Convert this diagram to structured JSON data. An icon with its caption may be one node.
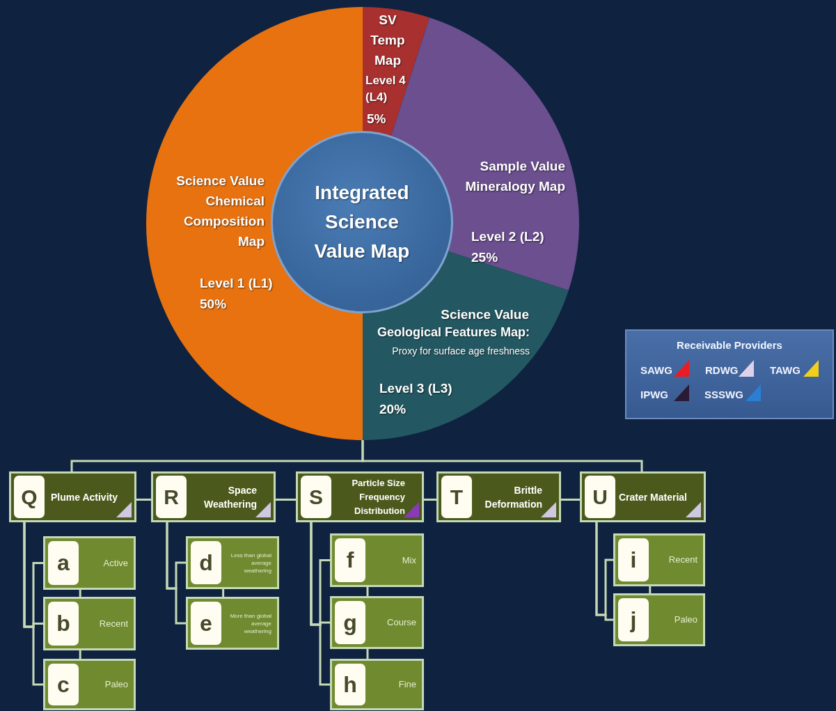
{
  "diagram": {
    "nodes": [
      {
        "text": [
          "SV Temp Map",
          "Level 4 (L4)",
          "5%"
        ]
      },
      {
        "text": [
          "Science Value Chemical Composition Map",
          "Level 1 (L1)",
          "50%"
        ]
      },
      {
        "text": [
          "Integrated Science Value Map"
        ]
      },
      {
        "text": [
          "Sample Value Mineralogy Map",
          "Level 2 (L2)",
          "25%"
        ]
      },
      {
        "text": [
          "Science Value",
          "Geological Features Map:",
          "Proxy for surface age freshness",
          "Level 3 (L3)",
          "20%"
        ]
      },
      {
        "text": [
          "Q",
          "Plume Activity"
        ]
      },
      {
        "text": [
          "R",
          "Space Weathering"
        ]
      },
      {
        "text": [
          "S",
          "Particle Size Frequency Distribution"
        ]
      },
      {
        "text": [
          "T",
          "Brittle Deformation"
        ]
      },
      {
        "text": [
          "U",
          "Crater Material"
        ]
      },
      {
        "text": [
          "a",
          "Active"
        ]
      },
      {
        "text": [
          "b",
          "Recent"
        ]
      },
      {
        "text": [
          "c",
          "Paleo"
        ]
      },
      {
        "text": [
          "d",
          "Less than global average weathering"
        ]
      },
      {
        "text": [
          "e",
          "More than global average weathering"
        ]
      },
      {
        "text": [
          "f",
          "Mix"
        ]
      },
      {
        "text": [
          "g",
          "Course"
        ]
      },
      {
        "text": [
          "h",
          "Fine"
        ]
      },
      {
        "text": [
          "i",
          "Recent"
        ]
      },
      {
        "text": [
          "j",
          "Paleo"
        ]
      }
    ],
    "edges": [
      {
        "from": 4,
        "to": 5,
        "arrow": "none"
      },
      {
        "from": 4,
        "to": 9,
        "arrow": "none"
      },
      {
        "from": 5,
        "to": 6,
        "arrow": "none"
      },
      {
        "from": 6,
        "to": 7,
        "arrow": "none"
      },
      {
        "from": 7,
        "to": 8,
        "arrow": "none"
      },
      {
        "from": 8,
        "to": 9,
        "arrow": "none"
      },
      {
        "from": 5,
        "to": 10,
        "arrow": "none"
      },
      {
        "from": 5,
        "to": 11,
        "arrow": "none"
      },
      {
        "from": 5,
        "to": 12,
        "arrow": "none"
      },
      {
        "from": 10,
        "to": 11,
        "arrow": "none"
      },
      {
        "from": 11,
        "to": 12,
        "arrow": "none"
      },
      {
        "from": 6,
        "to": 13,
        "arrow": "none"
      },
      {
        "from": 6,
        "to": 14,
        "arrow": "none"
      },
      {
        "from": 13,
        "to": 14,
        "arrow": "none"
      },
      {
        "from": 7,
        "to": 15,
        "arrow": "none"
      },
      {
        "from": 7,
        "to": 16,
        "arrow": "none"
      },
      {
        "from": 7,
        "to": 17,
        "arrow": "none"
      },
      {
        "from": 15,
        "to": 16,
        "arrow": "none"
      },
      {
        "from": 16,
        "to": 17,
        "arrow": "none"
      },
      {
        "from": 9,
        "to": 18,
        "arrow": "none"
      },
      {
        "from": 9,
        "to": 19,
        "arrow": "none"
      },
      {
        "from": 18,
        "to": 19,
        "arrow": "none"
      }
    ],
    "labels": [
      "Receivable Providers"
    ],
    "legend": [
      {
        "text": "SAWG",
        "color": "#e81c24"
      },
      {
        "text": "RDWG",
        "color": "#dcd3ea"
      },
      {
        "text": "TAWG",
        "color": "#f2cf1a"
      },
      {
        "text": "IPWG",
        "color": "#2a1a35"
      },
      {
        "text": "SSSWG",
        "color": "#2a7fd4"
      }
    ]
  }
}
